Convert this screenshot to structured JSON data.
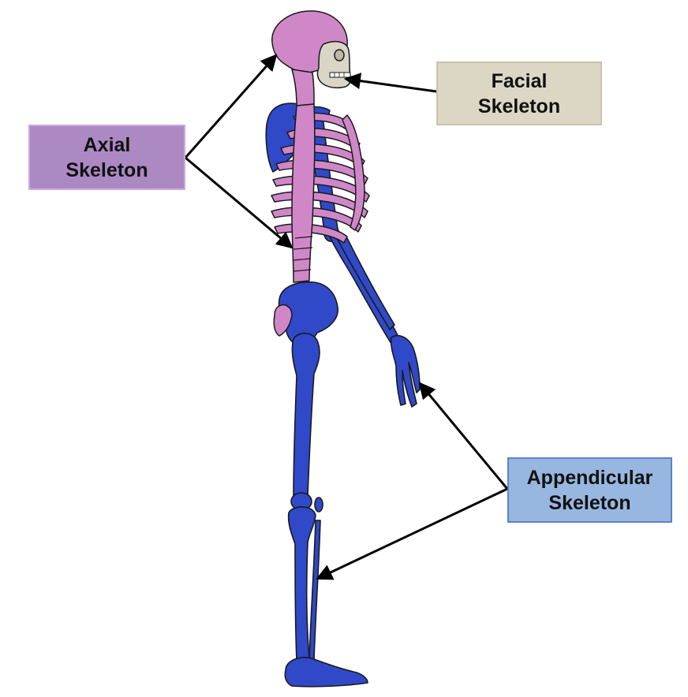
{
  "labels": {
    "axial": {
      "line1": "Axial",
      "line2": "Skeleton"
    },
    "facial": {
      "line1": "Facial",
      "line2": "Skeleton"
    },
    "appendicular": {
      "line1": "Appendicular",
      "line2": "Skeleton"
    }
  },
  "colors": {
    "axial": "#d087c8",
    "appendicular": "#2f49c9",
    "facial": "#d9d6c8",
    "axial_box": "#ad89c4",
    "axial_box_border": "#caa9dd",
    "facial_box": "#dcd7c4",
    "facial_box_border": "#c9c3ad",
    "appendicular_box": "#97b7e0",
    "appendicular_box_border": "#5b84c4",
    "outline": "#1a1a1a",
    "arrow": "#000000"
  }
}
